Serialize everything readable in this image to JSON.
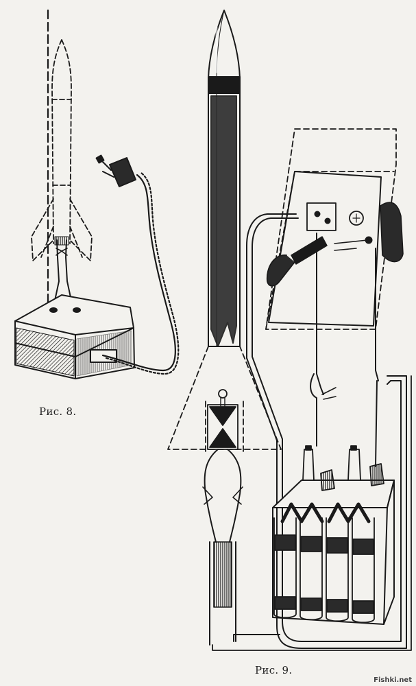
{
  "figures": [
    {
      "id": "fig8",
      "caption": "Рис. 8."
    },
    {
      "id": "fig9",
      "caption": "Рис. 9."
    }
  ],
  "watermark": "Fishki.net",
  "colors": {
    "paper": "#f3f2ee",
    "ink": "#1a1a1a",
    "fill_dark": "#2a2a2a",
    "fill_mid": "#6b6b6b"
  }
}
